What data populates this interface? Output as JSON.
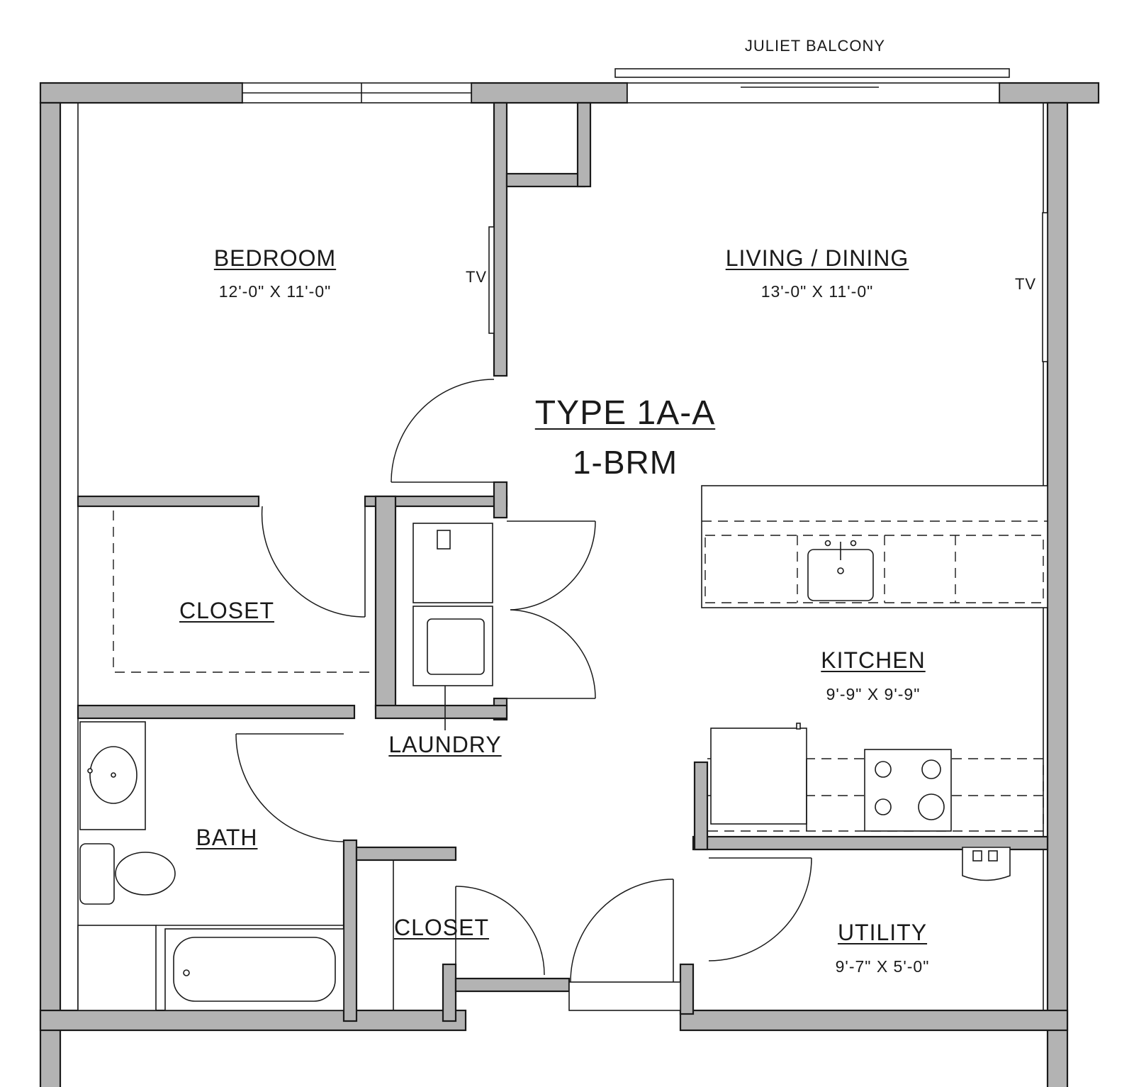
{
  "plan": {
    "type_label": "TYPE 1A-A",
    "subtitle": "1-BRM",
    "balcony_label": "JULIET BALCONY"
  },
  "rooms": {
    "bedroom": {
      "name": "BEDROOM",
      "dims": "12'-0\" X 11'-0\"",
      "tv": "TV"
    },
    "living": {
      "name": "LIVING / DINING",
      "dims": "13'-0\" X 11'-0\"",
      "tv": "TV"
    },
    "bedroom_closet": {
      "name": "CLOSET"
    },
    "laundry": {
      "name": "LAUNDRY"
    },
    "kitchen": {
      "name": "KITCHEN",
      "dims": "9'-9\" X 9'-9\""
    },
    "bath": {
      "name": "BATH"
    },
    "entry_closet": {
      "name": "CLOSET"
    },
    "utility": {
      "name": "UTILITY",
      "dims": "9'-7\" X 5'-0\""
    }
  }
}
